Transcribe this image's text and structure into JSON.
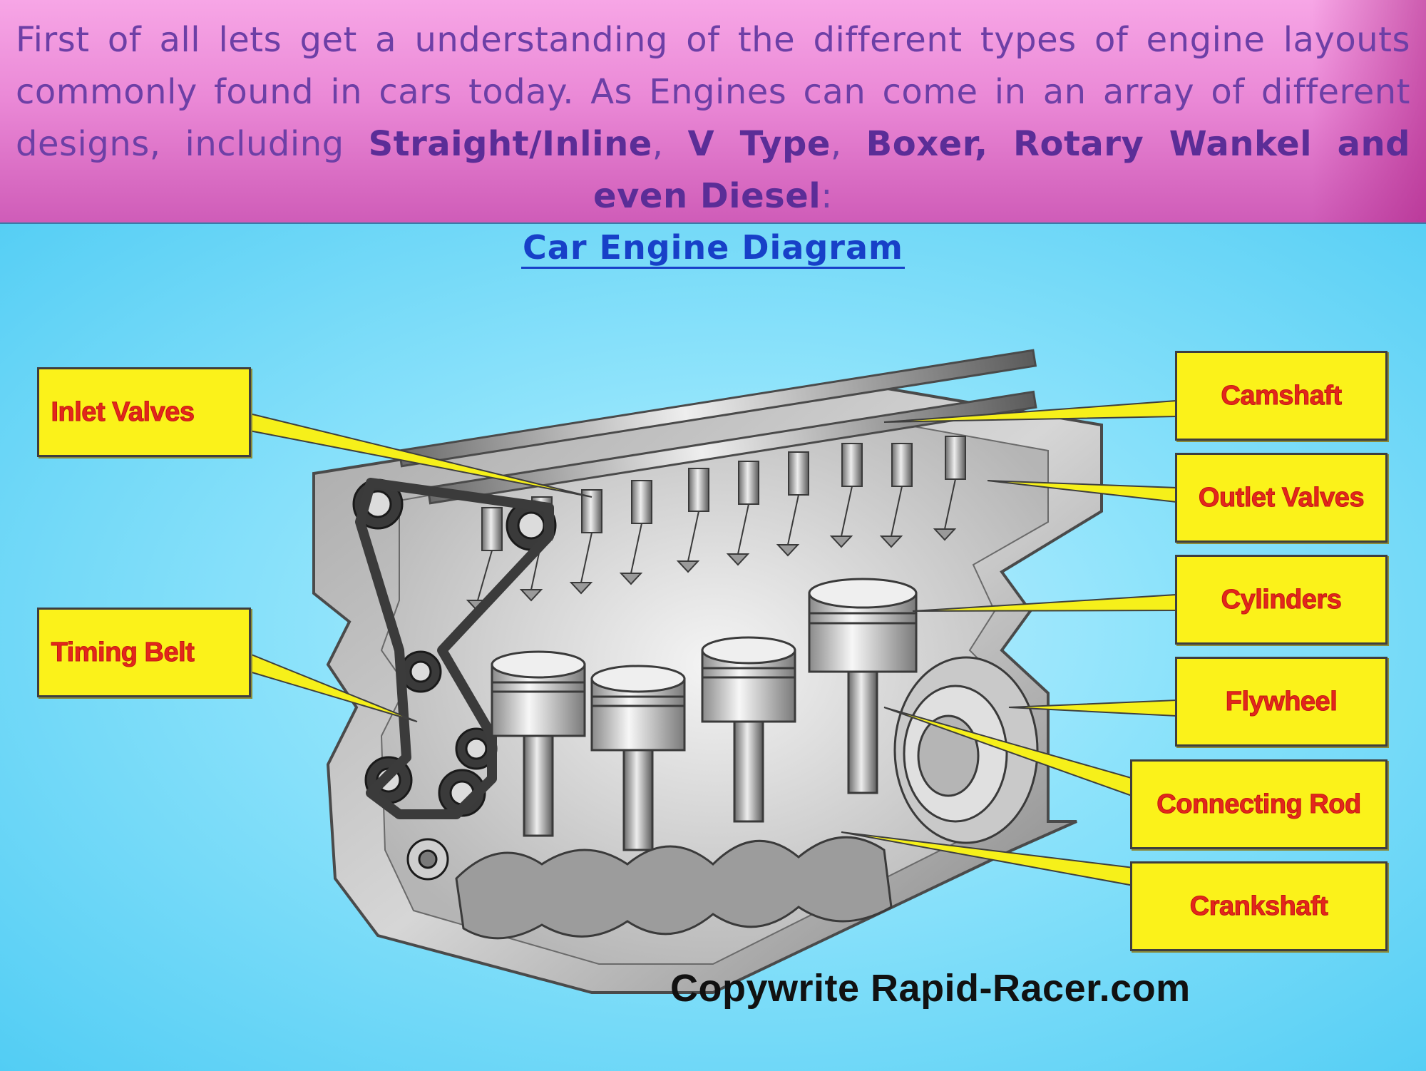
{
  "intro": {
    "part1": "First of all lets get a understanding of the different types of engine layouts commonly found in cars today. As Engines can come in an array of different designs, including ",
    "straight": "Straight/Inline",
    "sep1": ", ",
    "vtype": "V Type",
    "sep2": ", ",
    "rest": "Boxer, Rotary Wankel and even Diesel",
    "end": ":"
  },
  "diagram": {
    "title": "Car Engine Diagram",
    "copyright": "Copywrite Rapid-Racer.com",
    "labels": {
      "inlet_valves": "Inlet Valves",
      "timing_belt": "Timing Belt",
      "camshaft": "Camshaft",
      "outlet_valves": "Outlet Valves",
      "cylinders": "Cylinders",
      "flywheel": "Flywheel",
      "connecting_rod": "Connecting Rod",
      "crankshaft": "Crankshaft"
    },
    "colors": {
      "label_bg": "#fbf21a",
      "label_text": "#e4261c",
      "title": "#1740c8",
      "panel": "#8ee3fb",
      "header": "#ea88d6"
    }
  }
}
